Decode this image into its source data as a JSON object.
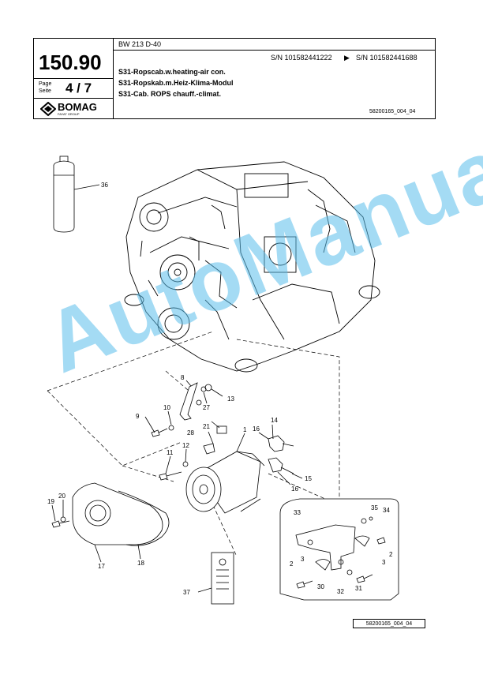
{
  "header": {
    "model": "BW 213 D-40",
    "page_number": "150.90",
    "page_label": "Page",
    "seite_label": "Seite",
    "page_of": "4 / 7",
    "serial_from": "S/N 101582441222",
    "serial_arrow": "▶",
    "serial_to": "S/N 101582441688",
    "title_en": "S31-Ropscab.w.heating-air con.",
    "title_de": "S31-Ropskab.m.Heiz-Klima-Modul",
    "title_fr": "S31-Cab. ROPS chauff.-climat.",
    "drawing_id": "58200165_004_04",
    "brand": "BOMAG",
    "brand_sub": "FAYAT GROUP"
  },
  "watermark": "AutoManual",
  "footer_ref": "58200165_004_04",
  "callouts": [
    "36",
    "8",
    "13",
    "27",
    "10",
    "9",
    "21",
    "28",
    "1",
    "14",
    "16",
    "12",
    "11",
    "15",
    "16",
    "19",
    "20",
    "17",
    "18",
    "37",
    "33",
    "35",
    "34",
    "3",
    "2",
    "3",
    "2",
    "30",
    "32",
    "31"
  ]
}
